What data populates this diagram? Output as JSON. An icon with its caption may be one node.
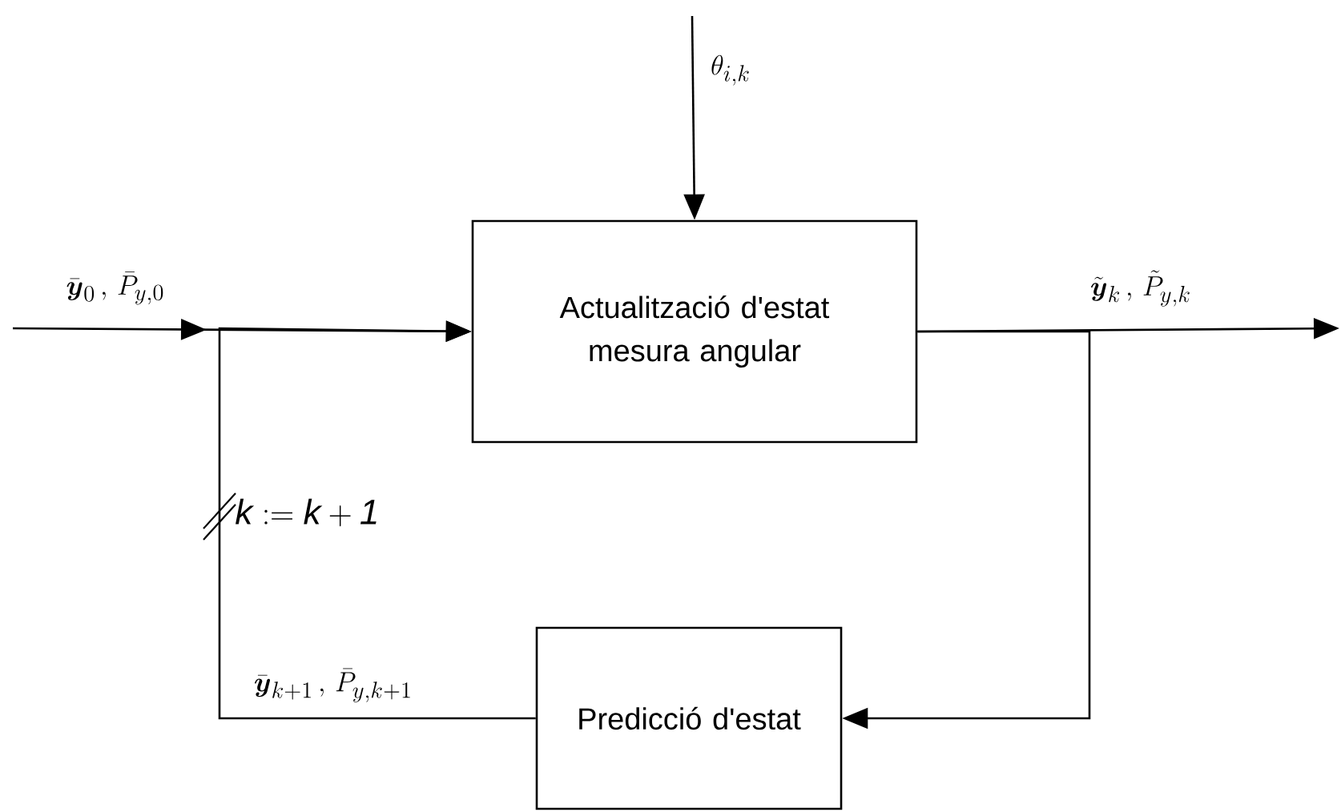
{
  "diagram": {
    "nodes": [
      {
        "text": [
          "Actualització d'estat mesura angular"
        ]
      },
      {
        "text": [
          "Predicció d'estat"
        ]
      }
    ],
    "edges": [
      {
        "from": null,
        "to": 0,
        "arrow": "to",
        "label": "\\bar{\\boldsymbol{y}}_0\\,,\\,\\bar{P}_{y,0}"
      },
      {
        "from": 1,
        "to": 0,
        "arrow": "to",
        "label": "\\bar{\\boldsymbol{y}}_{k+1}\\,,\\,\\bar{P}_{y,k+1}"
      },
      {
        "from": null,
        "to": 0,
        "arrow": "to",
        "label": "\\theta_{i,k}"
      },
      {
        "from": 0,
        "to": null,
        "arrow": "to",
        "label": "\\tilde{\\boldsymbol{y}}_k\\,,\\,\\tilde{P}_{y,k}"
      },
      {
        "from": 0,
        "to": 1,
        "arrow": "to"
      }
    ],
    "labels": [
      "k := k+1"
    ]
  }
}
